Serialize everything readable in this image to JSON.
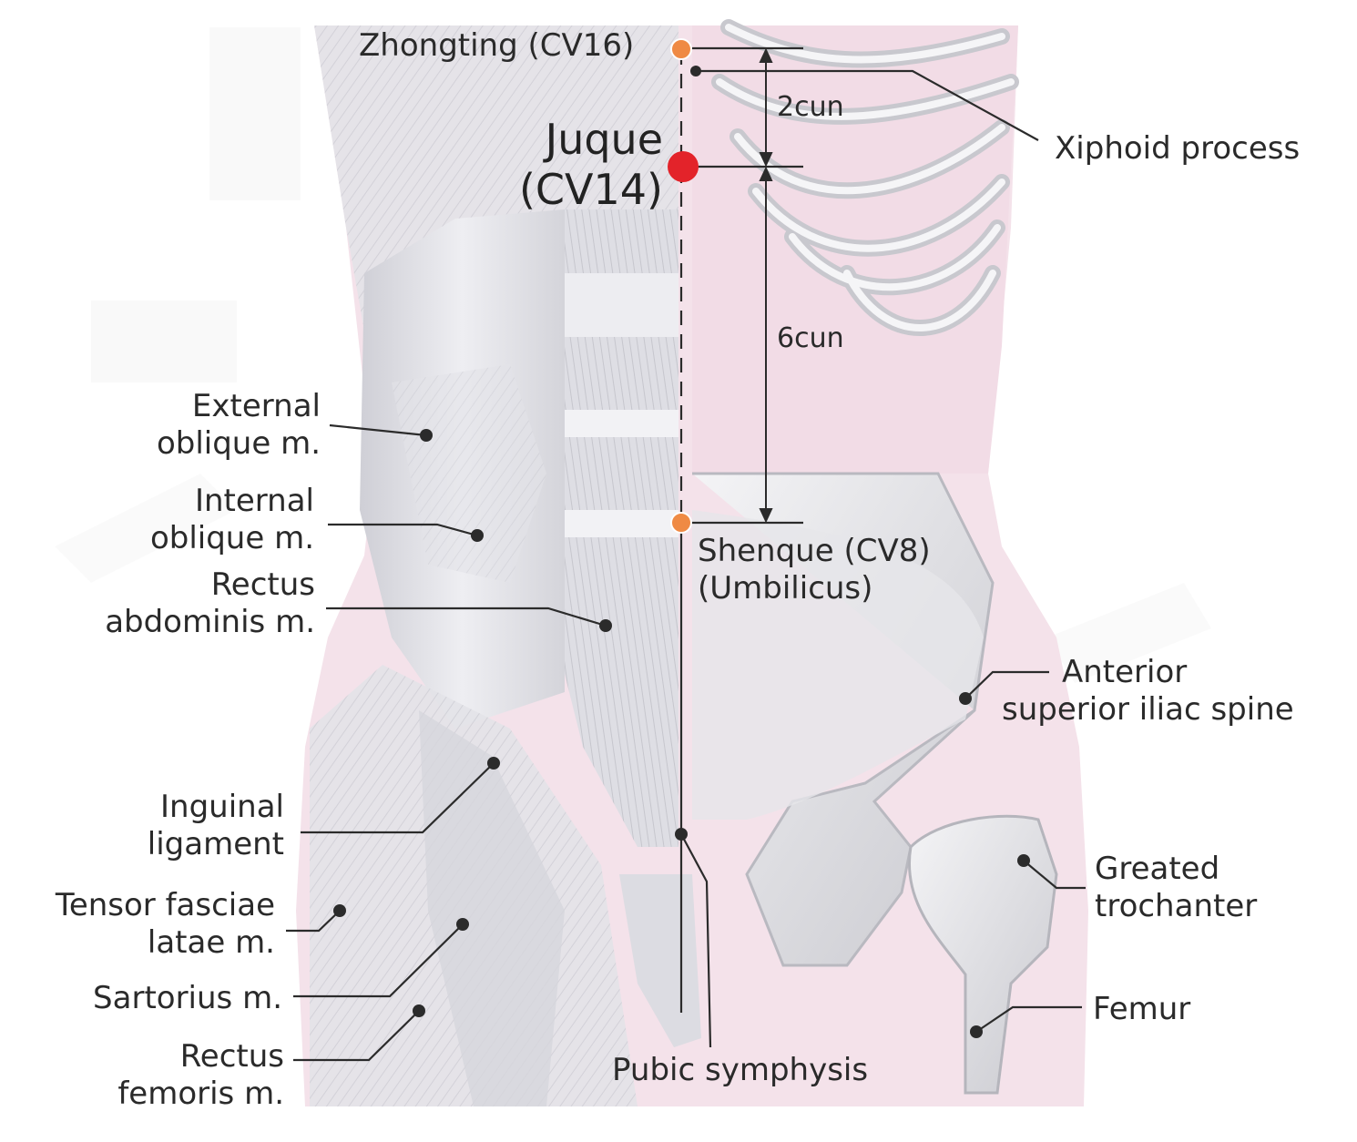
{
  "labels": {
    "zhongting": "Zhongting (CV16)",
    "juque": [
      "Juque",
      "(CV14)"
    ],
    "xiphoid": "Xiphoid process",
    "external_oblique": [
      "External",
      "oblique m."
    ],
    "internal_oblique": [
      "Internal",
      "oblique m."
    ],
    "rectus_abdominis": [
      "Rectus",
      "abdominis m."
    ],
    "shenque": [
      "Shenque (CV8)",
      "(Umbilicus)"
    ],
    "asis": [
      "Anterior",
      "superior iliac spine"
    ],
    "inguinal": [
      "Inguinal",
      "ligament"
    ],
    "trochanter": [
      "Greated",
      "trochanter"
    ],
    "tensor_fasciae": [
      "Tensor fasciae",
      "latae m."
    ],
    "sartorius": "Sartorius m.",
    "femur": "Femur",
    "rectus_femoris": [
      "Rectus",
      "femoris m."
    ],
    "pubic_symphysis": "Pubic symphysis"
  },
  "measurements": {
    "upper": "2cun",
    "lower": "6cun"
  },
  "colors": {
    "main_point": "#e3232a",
    "reference_point": "#ef8a44",
    "skin": "#f4e2ea",
    "line": "#2b2b2b"
  }
}
